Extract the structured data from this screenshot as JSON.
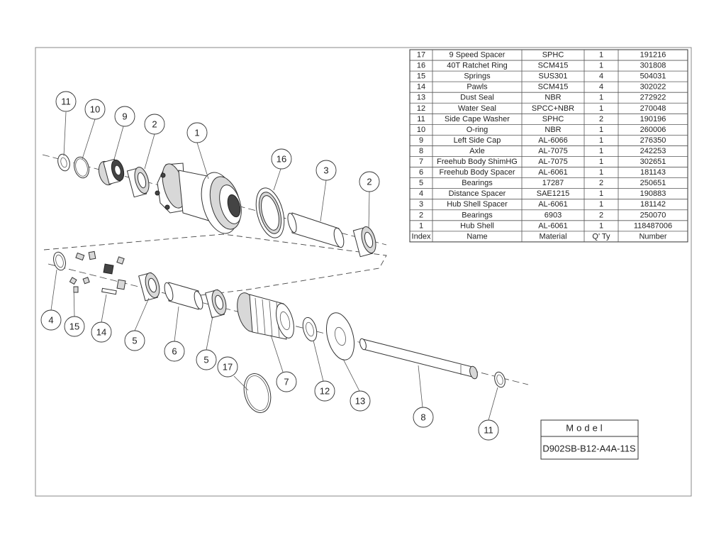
{
  "parts_table": {
    "header": {
      "index": "Index",
      "name": "Name",
      "material": "Material",
      "qty": "Q' Ty",
      "number": "Number"
    },
    "rows": [
      {
        "index": "17",
        "name": "9 Speed Spacer",
        "material": "SPHC",
        "qty": "1",
        "number": "191216"
      },
      {
        "index": "16",
        "name": "40T Ratchet Ring",
        "material": "SCM415",
        "qty": "1",
        "number": "301808"
      },
      {
        "index": "15",
        "name": "Springs",
        "material": "SUS301",
        "qty": "4",
        "number": "504031"
      },
      {
        "index": "14",
        "name": "Pawls",
        "material": "SCM415",
        "qty": "4",
        "number": "302022"
      },
      {
        "index": "13",
        "name": "Dust Seal",
        "material": "NBR",
        "qty": "1",
        "number": "272922"
      },
      {
        "index": "12",
        "name": "Water Seal",
        "material": "SPCC+NBR",
        "qty": "1",
        "number": "270048"
      },
      {
        "index": "11",
        "name": "Side Cape Washer",
        "material": "SPHC",
        "qty": "2",
        "number": "190196"
      },
      {
        "index": "10",
        "name": "O-ring",
        "material": "NBR",
        "qty": "1",
        "number": "260006"
      },
      {
        "index": "9",
        "name": "Left Side Cap",
        "material": "AL-6066",
        "qty": "1",
        "number": "276350"
      },
      {
        "index": "8",
        "name": "Axle",
        "material": "AL-7075",
        "qty": "1",
        "number": "242253"
      },
      {
        "index": "7",
        "name": "Freehub Body ShimHG",
        "material": "AL-7075",
        "qty": "1",
        "number": "302651"
      },
      {
        "index": "6",
        "name": "Freehub Body Spacer",
        "material": "AL-6061",
        "qty": "1",
        "number": "181143"
      },
      {
        "index": "5",
        "name": "Bearings",
        "material": "17287",
        "qty": "2",
        "number": "250651"
      },
      {
        "index": "4",
        "name": "Distance Spacer",
        "material": "SAE1215",
        "qty": "1",
        "number": "190883"
      },
      {
        "index": "3",
        "name": "Hub Shell Spacer",
        "material": "AL-6061",
        "qty": "1",
        "number": "181142"
      },
      {
        "index": "2",
        "name": "Bearings",
        "material": "6903",
        "qty": "2",
        "number": "250070"
      },
      {
        "index": "1",
        "name": "Hub Shell",
        "material": "AL-6061",
        "qty": "1",
        "number": "118487006"
      }
    ]
  },
  "model_box": {
    "label": "Model",
    "value": "D902SB-B12-A4A-11S"
  },
  "callouts": [
    "11",
    "10",
    "9",
    "2",
    "1",
    "16",
    "3",
    "2",
    "4",
    "15",
    "14",
    "5",
    "6",
    "5",
    "7",
    "12",
    "13",
    "17",
    "8",
    "11"
  ]
}
